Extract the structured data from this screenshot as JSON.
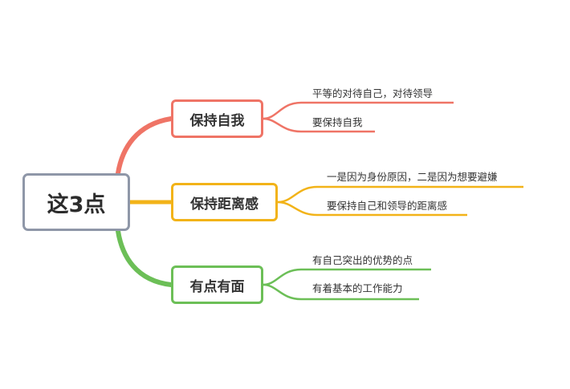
{
  "root": {
    "label": "这3点"
  },
  "branches": [
    {
      "label": "保持自我",
      "color": "#ef7466",
      "leaves": [
        "平等的对待自己，对待领导",
        "要保持自我"
      ]
    },
    {
      "label": "保持距离感",
      "color": "#f2b318",
      "leaves": [
        "一是因为身份原因，二是因为想要避嫌",
        "要保持自己和领导的距离感"
      ]
    },
    {
      "label": "有点有面",
      "color": "#6cbf57",
      "leaves": [
        "有自己突出的优势的点",
        "有着基本的工作能力"
      ]
    }
  ]
}
